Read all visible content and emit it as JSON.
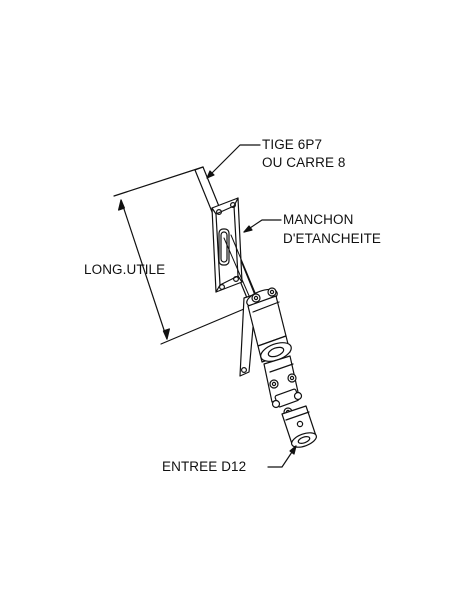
{
  "labels": {
    "tige_line1": "TIGE 6P7",
    "tige_line2": "OU CARRE 8",
    "manchon_line1": "MANCHON",
    "manchon_line2": "D'ETANCHEITE",
    "long_utile": "LONG.UTILE",
    "entree": "ENTREE D12"
  },
  "colors": {
    "ink": "#111111",
    "background": "#ffffff"
  }
}
